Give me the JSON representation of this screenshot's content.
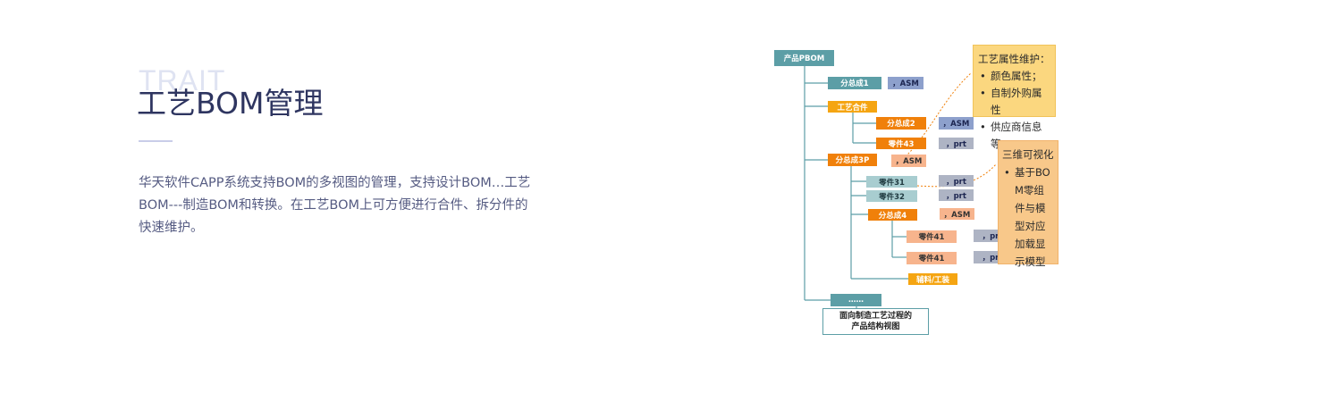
{
  "header": {
    "watermark": "TRAIT",
    "title": "工艺BOM管理",
    "description": "华天软件CAPP系统支持BOM的多视图的管理，支持设计BOM…工艺BOM---制造BOM和转换。在工艺BOM上可方便进行合件、拆分件的快速维护。"
  },
  "diagram": {
    "root": "产品PBOM",
    "nodes": {
      "sub1": "分总成1",
      "sub1_tag": "，ASM",
      "craft_merge": "工艺合件",
      "sub2": "分总成2",
      "sub2_tag": "，ASM",
      "part43": "零件43",
      "part43_tag": "，prt",
      "sub3p": "分总成3P",
      "sub3p_tag": "，ASM",
      "part31": "零件31",
      "part31_tag": "，prt",
      "part32": "零件32",
      "part32_tag": "，prt",
      "sub4": "分总成4",
      "sub4_tag": "，ASM",
      "part41a": "零件41",
      "part41a_tag": "，prt",
      "part41b": "零件41",
      "part41b_tag": "，prt",
      "aux": "辅料/工装",
      "more": "……",
      "view_line1": "面向制造工艺过程的",
      "view_line2": "产品结构视图"
    },
    "callout_attrs": {
      "title": "工艺属性维护：",
      "items": [
        "颜色属性；",
        "自制外购属性",
        "供应商信息等"
      ]
    },
    "callout_3d": {
      "title": "三维可视化",
      "items": [
        "基于BOM零组件与模型对应加载显示模型"
      ]
    }
  },
  "colors": {
    "teal": "#5c9ea6",
    "orange": "#f0800a",
    "gold": "#f5a512",
    "callout": "#fbd77f",
    "title_text": "#2e3560"
  }
}
